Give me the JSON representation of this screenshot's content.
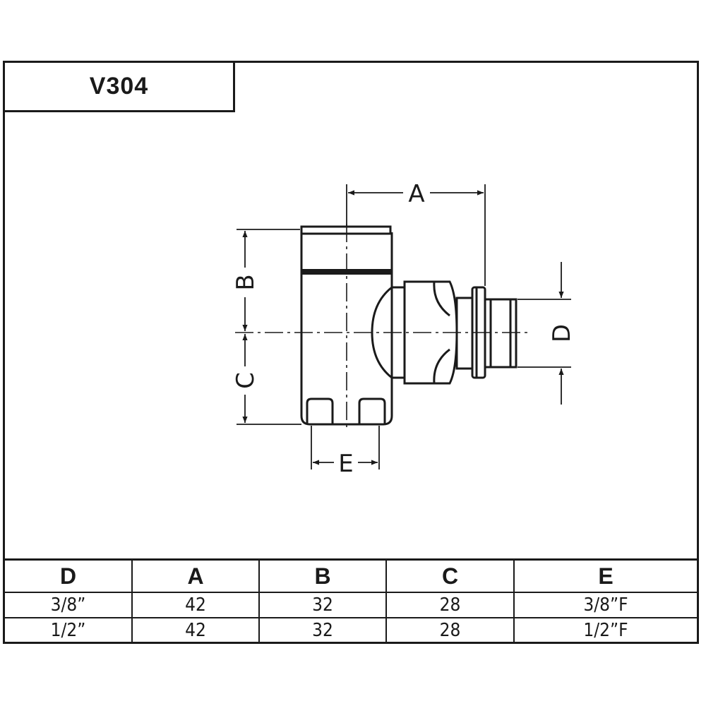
{
  "title": "V304",
  "dimension_labels": {
    "a": "A",
    "b": "B",
    "c": "C",
    "d": "D",
    "e": "E"
  },
  "table": {
    "headers": [
      "D",
      "A",
      "B",
      "C",
      "E"
    ],
    "rows": [
      [
        "3/8”",
        "42",
        "32",
        "28",
        "3/8”F"
      ],
      [
        "1/2”",
        "42",
        "32",
        "28",
        "1/2”F"
      ]
    ]
  }
}
